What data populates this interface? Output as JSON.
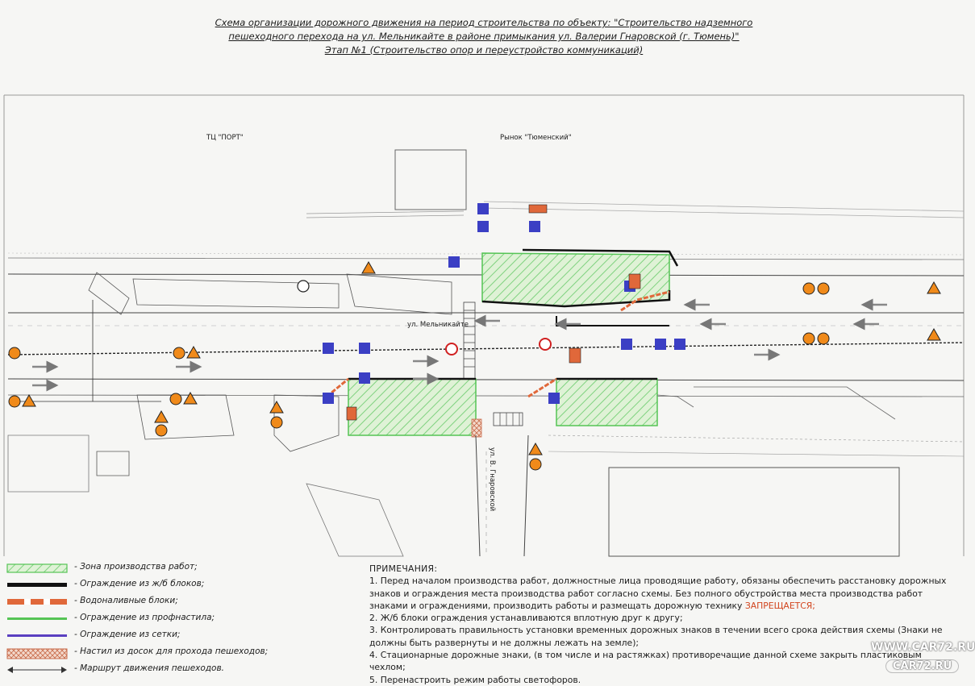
{
  "title": {
    "line1": "Схема организации дорожного движения на период строительства по объекту: \"Строительство надземного",
    "line2": "пешеходного перехода на ул. Мельникайте в районе примыкания ул. Валерии Гнаровской (г. Тюмень)\"",
    "line3": "Этап №1 (Строительство опор и переустройство коммуникаций)"
  },
  "map_labels": {
    "tc_port": "ТЦ \"ПОРТ\"",
    "market": "Рынок \"Тюменский\"",
    "street_melnikaite": "ул. Мельникайте",
    "street_gnarovskoy": "ул. В. Гнаровской"
  },
  "colors": {
    "work_zone": "#7fd27f",
    "rail_blocks": "#111111",
    "water_blocks": "#e0683a",
    "profnastil": "#55c455",
    "mesh": "#5a3fc0",
    "sign_blue": "#3b3fc4",
    "sign_orange": "#f08a1a"
  },
  "legend": [
    {
      "text": "- Зона производства работ;",
      "icon": "hatched-zone-icon"
    },
    {
      "text": "- Ограждение из ж/б блоков;",
      "icon": "black-barrier-icon"
    },
    {
      "text": "- Водоналивные блоки;",
      "icon": "water-block-icon"
    },
    {
      "text": "- Ограждение из профнастила;",
      "icon": "green-fence-icon"
    },
    {
      "text": "- Ограждение из сетки;",
      "icon": "mesh-fence-icon"
    },
    {
      "text": "- Настил из досок для прохода пешеходов;",
      "icon": "boardwalk-icon"
    },
    {
      "text": "- Маршрут движения пешеходов.",
      "icon": "pedestrian-route-icon"
    }
  ],
  "notes": {
    "heading": "ПРИМЕЧАНИЯ:",
    "item1_line1": "1. Перед началом производства работ, должностные лица проводящие работу, обязаны обеспечить расстановку дорожных",
    "item1_line2": "знаков и ограждения места производства работ согласно схемы. Без полного обустройства места производства работ",
    "item1_line3": "знаками и ограждениями, производить работы и размещать дорожную технику",
    "item1_forbidden": "ЗАПРЕЩАЕТСЯ;",
    "item2": "2. Ж/б блоки ограждения устанавливаются вплотную друг к другу;",
    "item3_line1": "3. Контролировать правильность установки временных дорожных знаков в течении всего срока действия схемы (Знаки не",
    "item3_line2": "должны быть развернуты и не должны лежать на земле);",
    "item4": "4. Стационарные дорожные знаки, (в том числе и на растяжках) противоречащие данной схеме закрыть пластиковым чехлом;",
    "item5": "5. Перенастроить режим работы светофоров."
  },
  "watermark": {
    "url": "WWW.CAR72.RU",
    "brand": "CAR72.RU"
  }
}
